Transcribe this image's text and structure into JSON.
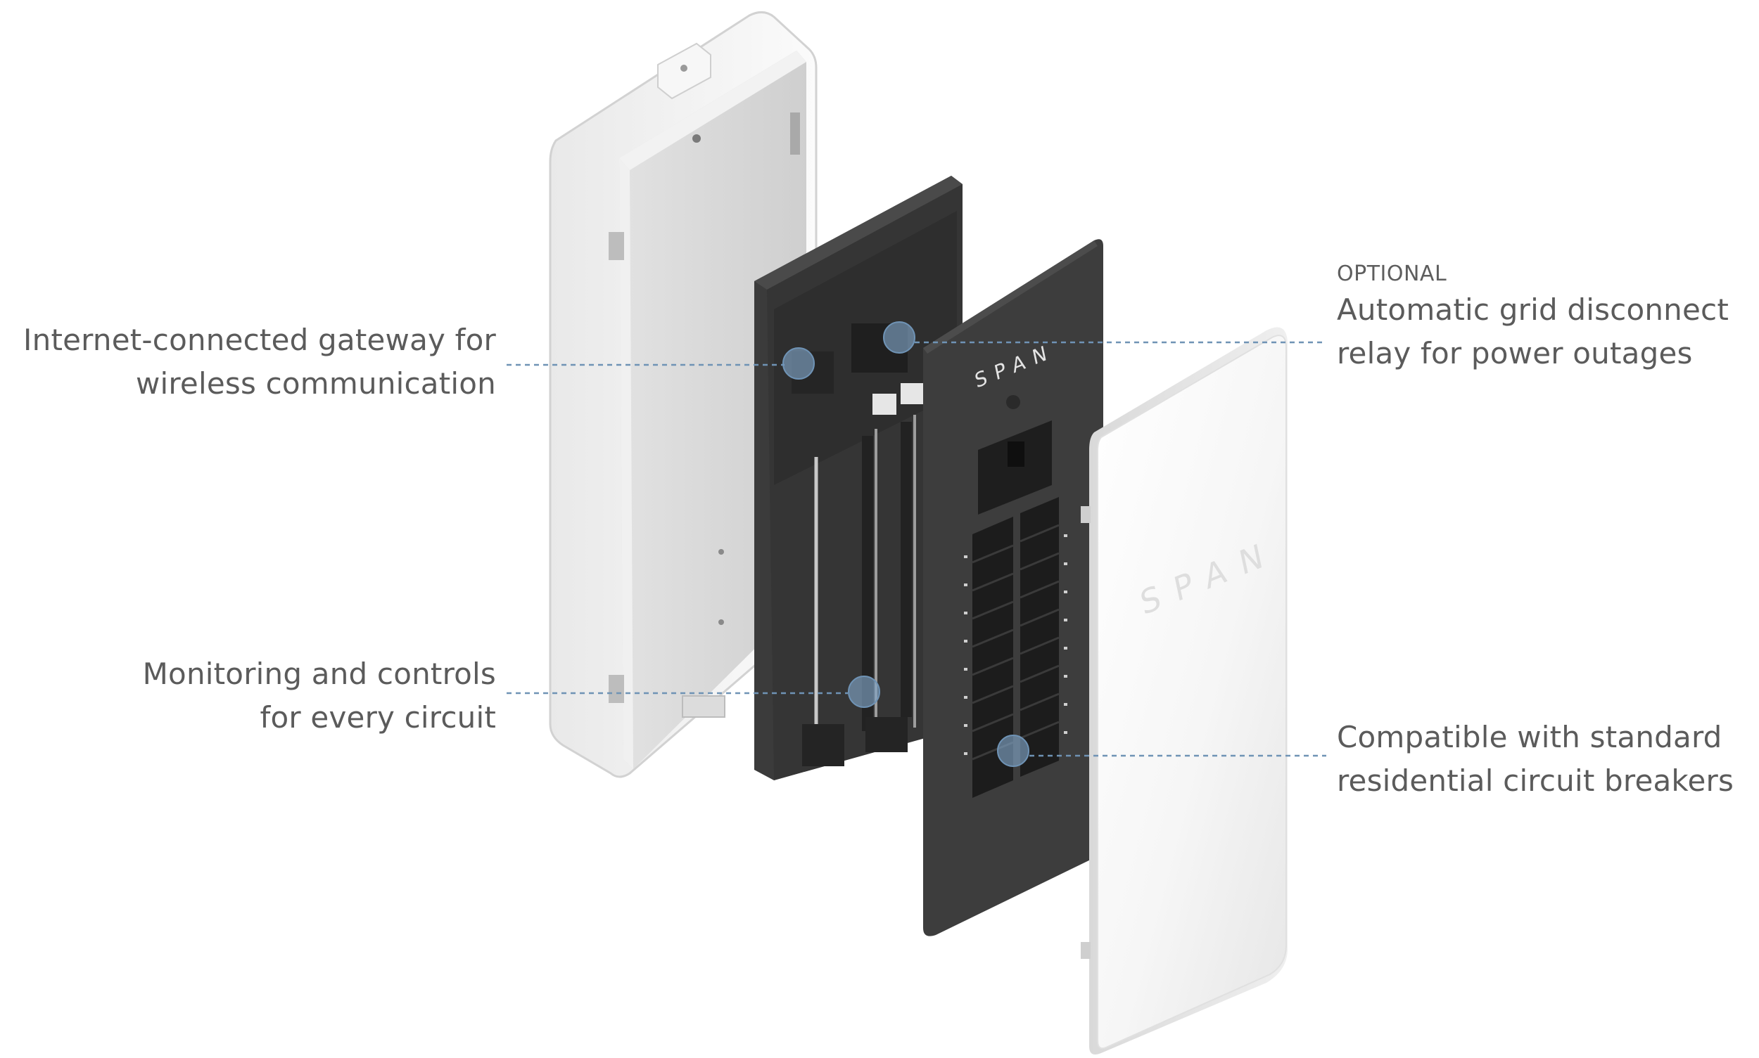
{
  "brand": {
    "logo_text": "SPAN"
  },
  "callouts": {
    "gateway": {
      "line1": "Internet-connected gateway for",
      "line2": "wireless communication"
    },
    "monitoring": {
      "line1": "Monitoring and controls",
      "line2": "for every circuit"
    },
    "relay": {
      "tag": "OPTIONAL",
      "line1": "Automatic grid disconnect",
      "line2": "relay for power outages"
    },
    "breakers": {
      "line1": "Compatible with standard",
      "line2": "residential circuit breakers"
    }
  },
  "colors": {
    "callout_text": "#5b5b5b",
    "marker_fill": "#7fa3c4",
    "leader_line": "#6f93b5",
    "panel_dark": "#3a3a3a",
    "enclosure_white": "#f4f4f4"
  }
}
